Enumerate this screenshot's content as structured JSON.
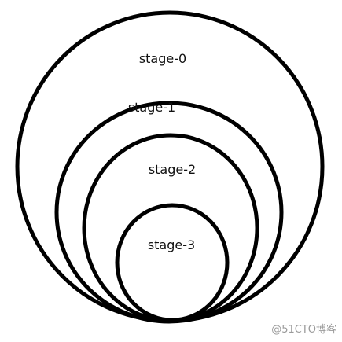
{
  "diagram": {
    "stages": [
      {
        "label": "stage-0"
      },
      {
        "label": "stage-1"
      },
      {
        "label": "stage-2"
      },
      {
        "label": "stage-3"
      }
    ]
  },
  "watermark": {
    "text": "@51CTO博客"
  }
}
